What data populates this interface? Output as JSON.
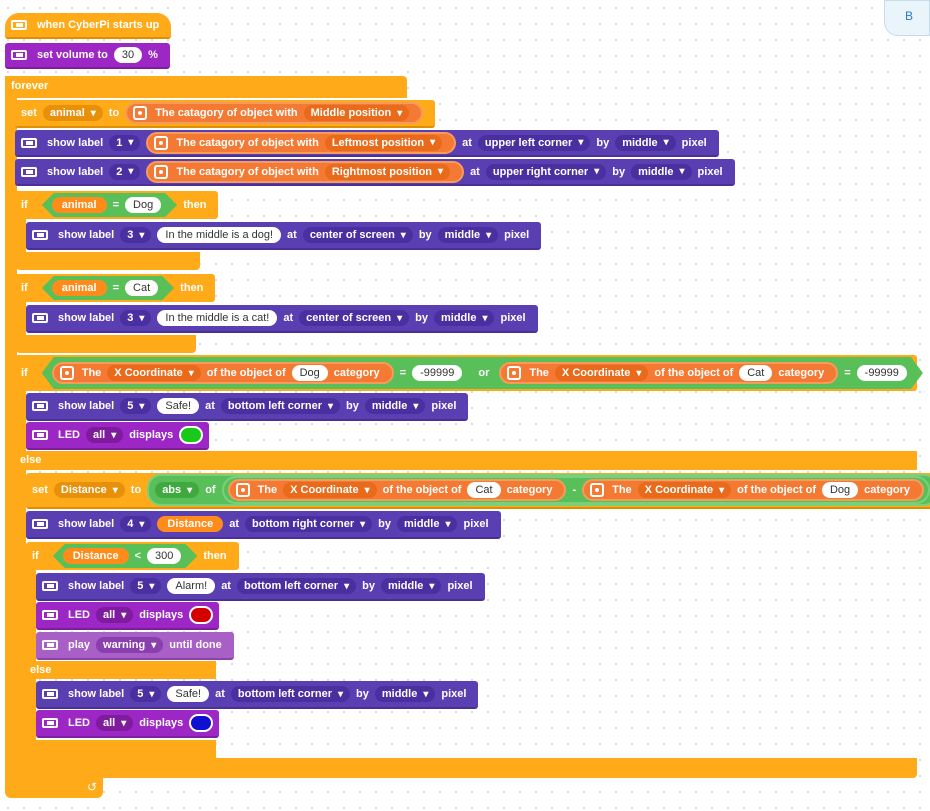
{
  "hat": {
    "title": "when CyberPi starts up"
  },
  "volume": {
    "label": "set volume to",
    "value": "30",
    "unit": "%"
  },
  "forever": {
    "label": "forever"
  },
  "set1": {
    "label": "set",
    "var": "animal",
    "to": "to",
    "rep_text": "The catagory of object with",
    "dd": "Middle position"
  },
  "label1": {
    "show": "show label",
    "num": "1",
    "rep_text": "The catagory of object with",
    "dd": "Leftmost position",
    "at": "at",
    "pos": "upper left corner",
    "by": "by",
    "size": "middle",
    "pixel": "pixel"
  },
  "label2": {
    "show": "show label",
    "num": "2",
    "rep_text": "The catagory of object with",
    "dd": "Rightmost position",
    "at": "at",
    "pos": "upper right corner",
    "by": "by",
    "size": "middle",
    "pixel": "pixel"
  },
  "if1": {
    "if": "if",
    "var": "animal",
    "op": "=",
    "value": "Dog",
    "then": "then"
  },
  "label3a": {
    "show": "show label",
    "num": "3",
    "text": "In the middle is a dog!",
    "at": "at",
    "pos": "center of screen",
    "by": "by",
    "size": "middle",
    "pixel": "pixel"
  },
  "if2": {
    "if": "if",
    "var": "animal",
    "op": "=",
    "value": "Cat",
    "then": "then"
  },
  "label3b": {
    "show": "show label",
    "num": "3",
    "text": "In the middle is a cat!",
    "at": "at",
    "pos": "center of screen",
    "by": "by",
    "size": "middle",
    "pixel": "pixel"
  },
  "if3": {
    "if": "if",
    "the": "The",
    "coord": "X Coordinate",
    "of_obj": "of the object of",
    "animal1": "Dog",
    "category": "category",
    "eq": "=",
    "val1": "-99999",
    "or": "or",
    "animal2": "Cat",
    "val2": "-99999",
    "then": "then"
  },
  "label5a": {
    "show": "show label",
    "num": "5",
    "text": "Safe!",
    "at": "at",
    "pos": "bottom left corner",
    "by": "by",
    "size": "middle",
    "pixel": "pixel"
  },
  "led1": {
    "label": "LED",
    "which": "all",
    "displays": "displays",
    "color": "#19C919"
  },
  "else1": {
    "label": "else"
  },
  "set2": {
    "label": "set",
    "var": "Distance",
    "to": "to",
    "abs": "abs",
    "of": "of",
    "the": "The",
    "coord": "X Coordinate",
    "of_obj": "of the object of",
    "animal1": "Cat",
    "category": "category",
    "minus": "-",
    "animal2": "Dog"
  },
  "label4": {
    "show": "show label",
    "num": "4",
    "var": "Distance",
    "at": "at",
    "pos": "bottom right corner",
    "by": "by",
    "size": "middle",
    "pixel": "pixel"
  },
  "if4": {
    "if": "if",
    "var": "Distance",
    "op": "<",
    "value": "300",
    "then": "then"
  },
  "label5b": {
    "show": "show label",
    "num": "5",
    "text": "Alarm!",
    "at": "at",
    "pos": "bottom left corner",
    "by": "by",
    "size": "middle",
    "pixel": "pixel"
  },
  "led2": {
    "label": "LED",
    "which": "all",
    "displays": "displays",
    "color": "#D40000"
  },
  "play": {
    "label": "play",
    "sound": "warning",
    "until": "until done"
  },
  "else2": {
    "label": "else"
  },
  "label5c": {
    "show": "show label",
    "num": "5",
    "text": "Safe!",
    "at": "at",
    "pos": "bottom left corner",
    "by": "by",
    "size": "middle",
    "pixel": "pixel"
  },
  "led3": {
    "label": "LED",
    "which": "all",
    "displays": "displays",
    "color": "#1010D0"
  },
  "corner": {
    "label": "B"
  }
}
